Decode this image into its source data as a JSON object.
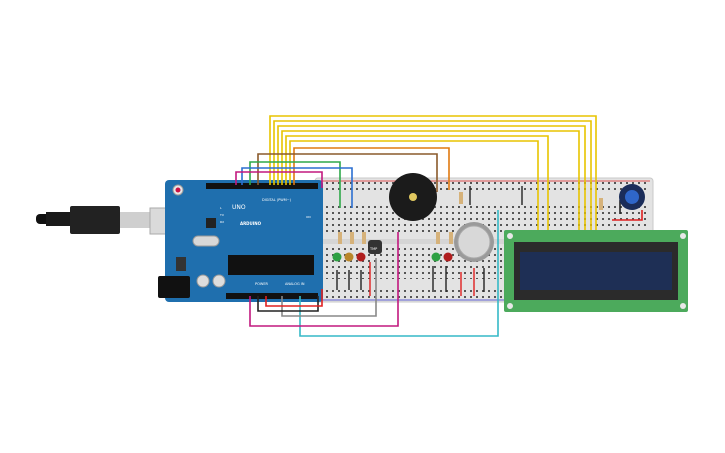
{
  "arduino": {
    "brand": "ARDUINO",
    "model": "UNO",
    "digital_label": "DIGITAL (PWM~)",
    "power_label": "POWER",
    "analog_label": "ANALOG IN",
    "tx_label": "TX",
    "rx_label": "RX",
    "l_label": "L",
    "on_label": "ON"
  },
  "sensor": {
    "label": "TMP"
  },
  "colors": {
    "board": "#1f6fae",
    "breadboard": "#e3e3e3",
    "lcd_pcb": "#4caa5c",
    "lcd_screen": "#1e2f55",
    "wire_yellow": "#e8c400",
    "wire_orange": "#e07a10",
    "wire_brown": "#8a5a2b",
    "wire_green": "#2fa84a",
    "wire_blue": "#2b6fd1",
    "wire_magenta": "#c2187f",
    "wire_red": "#e02020",
    "wire_cyan": "#35b9c7",
    "wire_gray": "#888888",
    "wire_black": "#222222"
  }
}
